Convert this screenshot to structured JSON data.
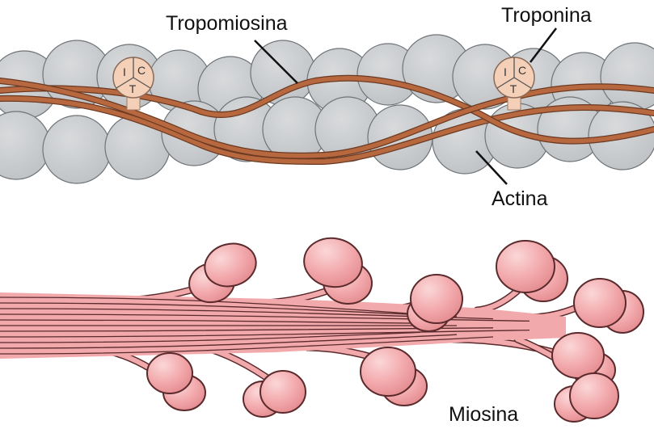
{
  "labels": {
    "tropomyosin": "Tropomiosina",
    "troponin": "Troponina",
    "actin": "Actina",
    "myosin": "Miosina"
  },
  "troponin_subunits": [
    "I",
    "C",
    "T"
  ],
  "colors": {
    "actin_fill": "#c9cbcd",
    "actin_stroke": "#6f7478",
    "tropomyosin": "#b8683f",
    "troponin_fill": "#f5d0b8",
    "myosin_fill": "#f2a9ac",
    "myosin_stroke": "#5a2a2c",
    "label_line": "#111111"
  }
}
